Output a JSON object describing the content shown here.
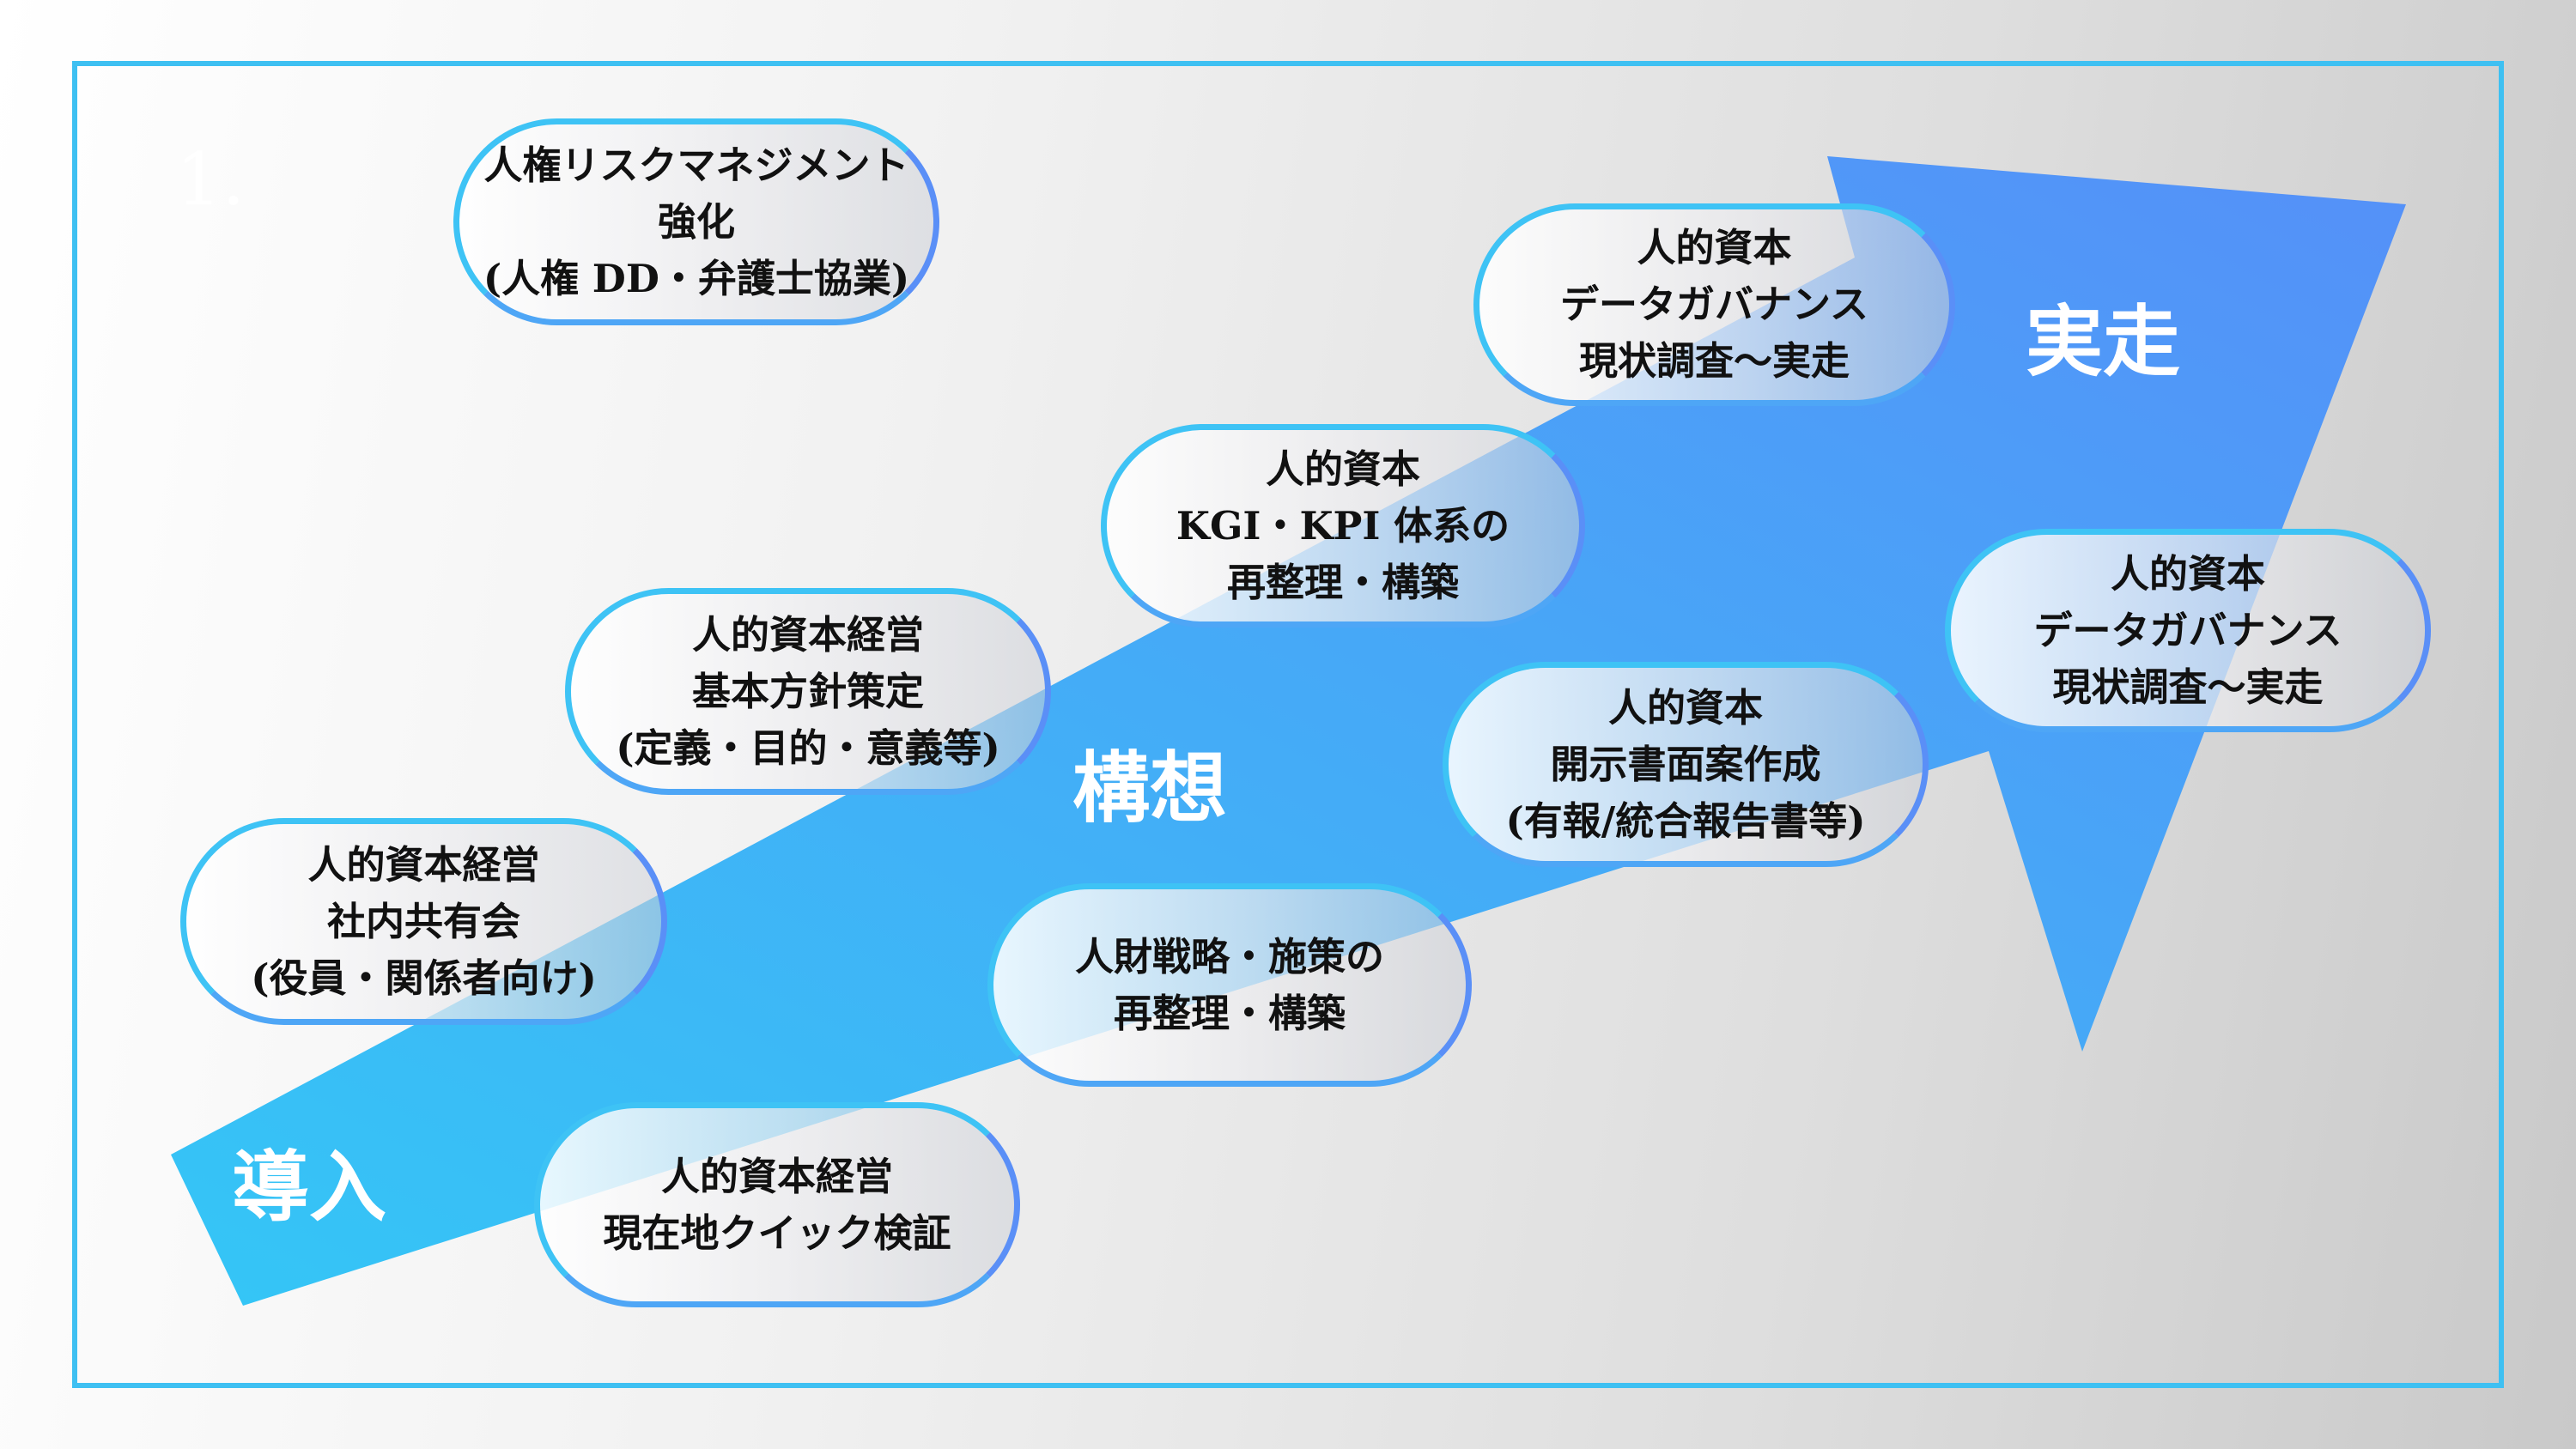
{
  "slide_number": "1.",
  "colors": {
    "frame": "#3ec0f2",
    "arrow_start": "#34c6f6",
    "arrow_end": "#5590f8"
  },
  "stages": {
    "intro": "導入",
    "concept": "構想",
    "execution": "実走"
  },
  "bubbles": [
    {
      "lines": [
        "人権リスクマネジメント",
        "強化",
        "(人権 DD・弁護士協業)"
      ]
    },
    {
      "lines": [
        "人的資本",
        "データガバナンス",
        "現状調査～実走"
      ]
    },
    {
      "lines": [
        "人的資本",
        "KGI・KPI 体系の",
        "再整理・構築"
      ]
    },
    {
      "lines": [
        "人的資本経営",
        "基本方針策定",
        "(定義・目的・意義等)"
      ]
    },
    {
      "lines": [
        "人的資本経営",
        "社内共有会",
        "(役員・関係者向け)"
      ]
    },
    {
      "lines": [
        "人的資本",
        "開示書面案作成",
        "(有報/統合報告書等)"
      ]
    },
    {
      "lines": [
        "人的資本",
        "データガバナンス",
        "現状調査～実走"
      ]
    },
    {
      "lines": [
        "人財戦略・施策の",
        "再整理・構築"
      ]
    },
    {
      "lines": [
        "人的資本経営",
        "現在地クイック検証"
      ]
    }
  ]
}
